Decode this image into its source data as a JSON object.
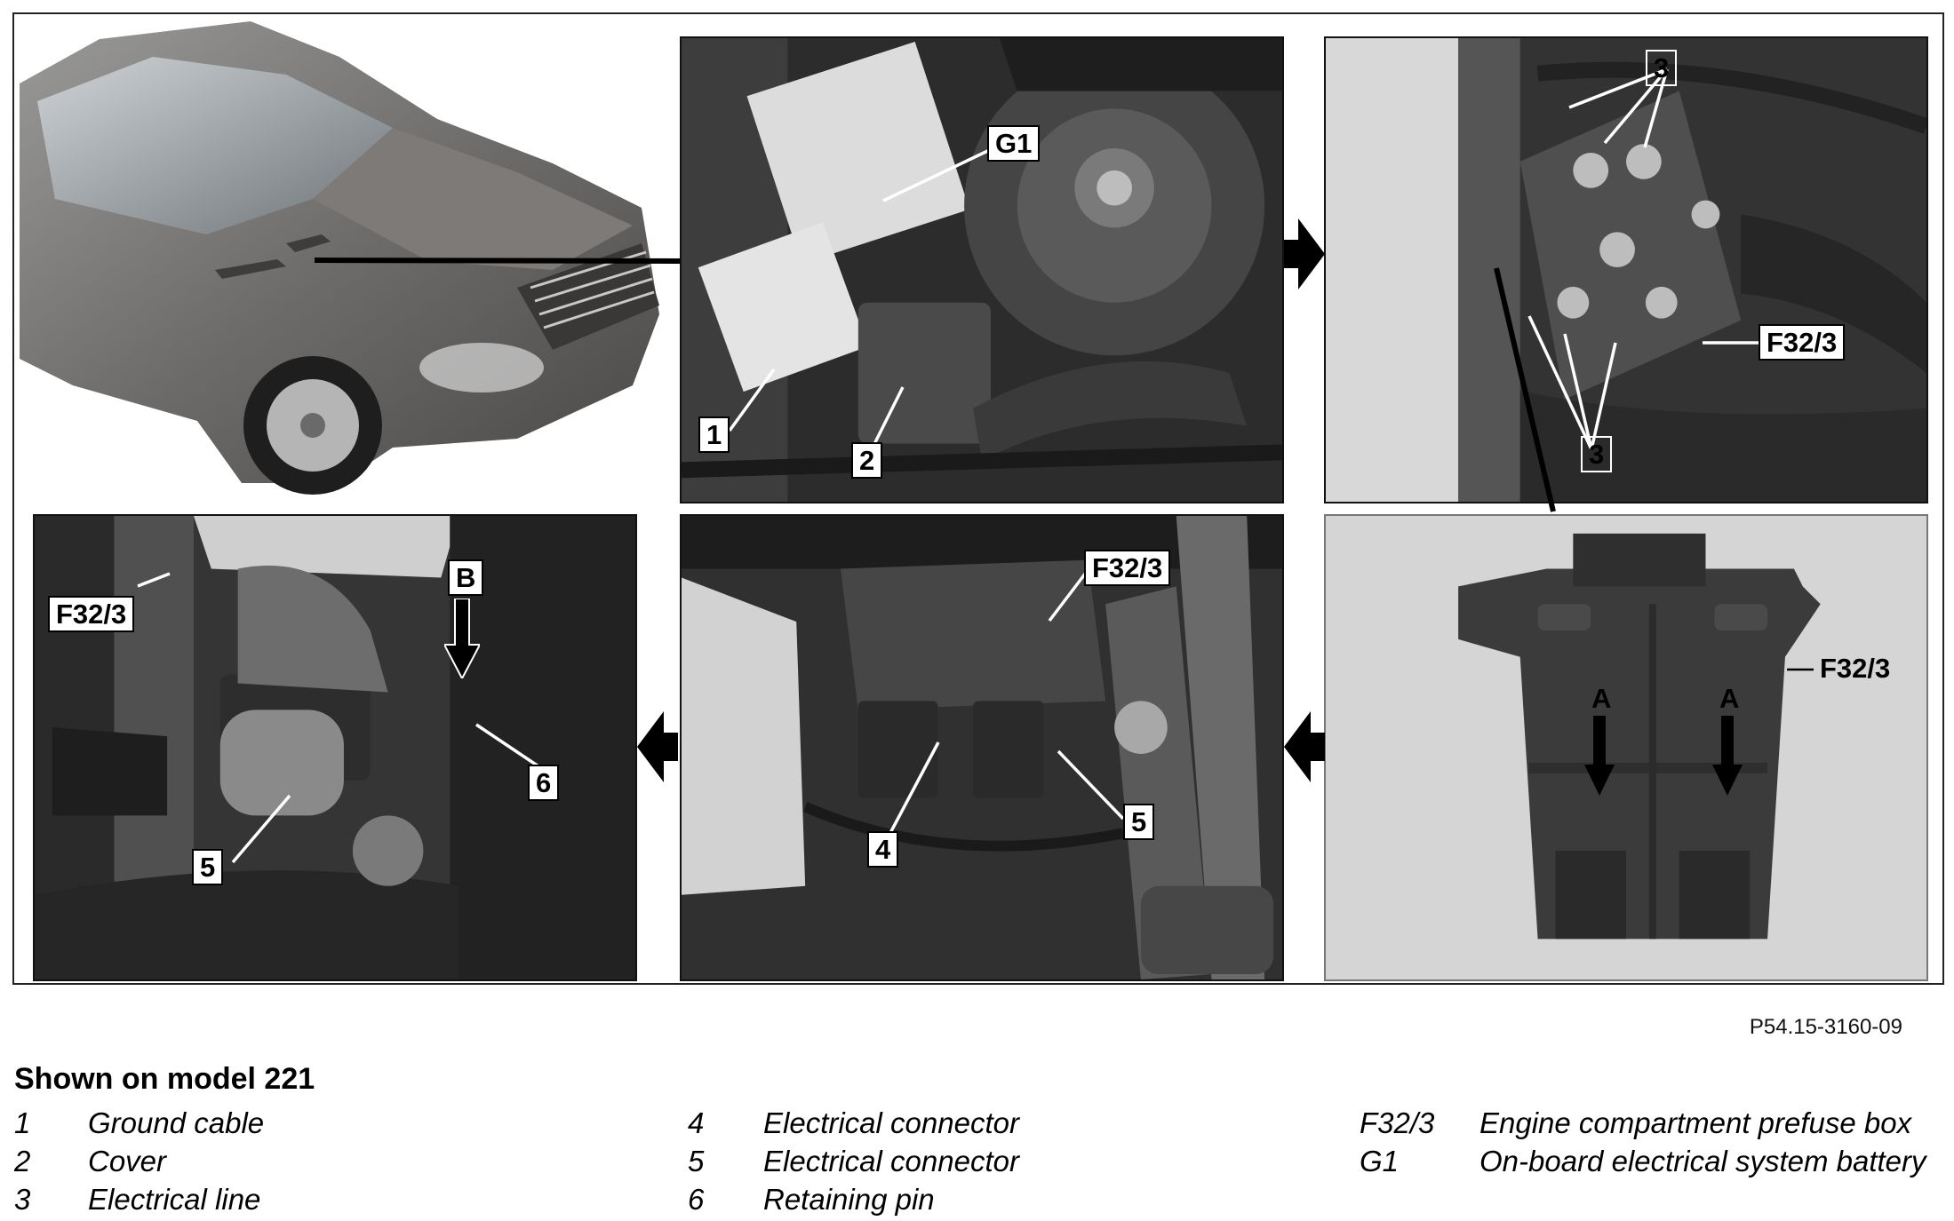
{
  "figure": {
    "code": "P54.15-3160-09",
    "callouts": {
      "g1": "G1",
      "c1": "1",
      "c2": "2",
      "c3_top": "3",
      "c3_bottom": "3",
      "f32_top": "F32/3",
      "f32_bracket": "F32/3",
      "a_left": "A",
      "a_right": "A",
      "f32_mid": "F32/3",
      "c4": "4",
      "c5_mid": "5",
      "f32_left": "F32/3",
      "b": "B",
      "c6": "6",
      "c5_left": "5"
    }
  },
  "legend": {
    "title": "Shown on model 221",
    "items": [
      {
        "key": "1",
        "label": "Ground cable"
      },
      {
        "key": "2",
        "label": "Cover"
      },
      {
        "key": "3",
        "label": "Electrical line"
      },
      {
        "key": "4",
        "label": "Electrical connector"
      },
      {
        "key": "5",
        "label": "Electrical connector"
      },
      {
        "key": "6",
        "label": "Retaining pin"
      },
      {
        "key": "F32/3",
        "label": "Engine compartment prefuse box"
      },
      {
        "key": "G1",
        "label": "On-board electrical system battery"
      }
    ]
  }
}
